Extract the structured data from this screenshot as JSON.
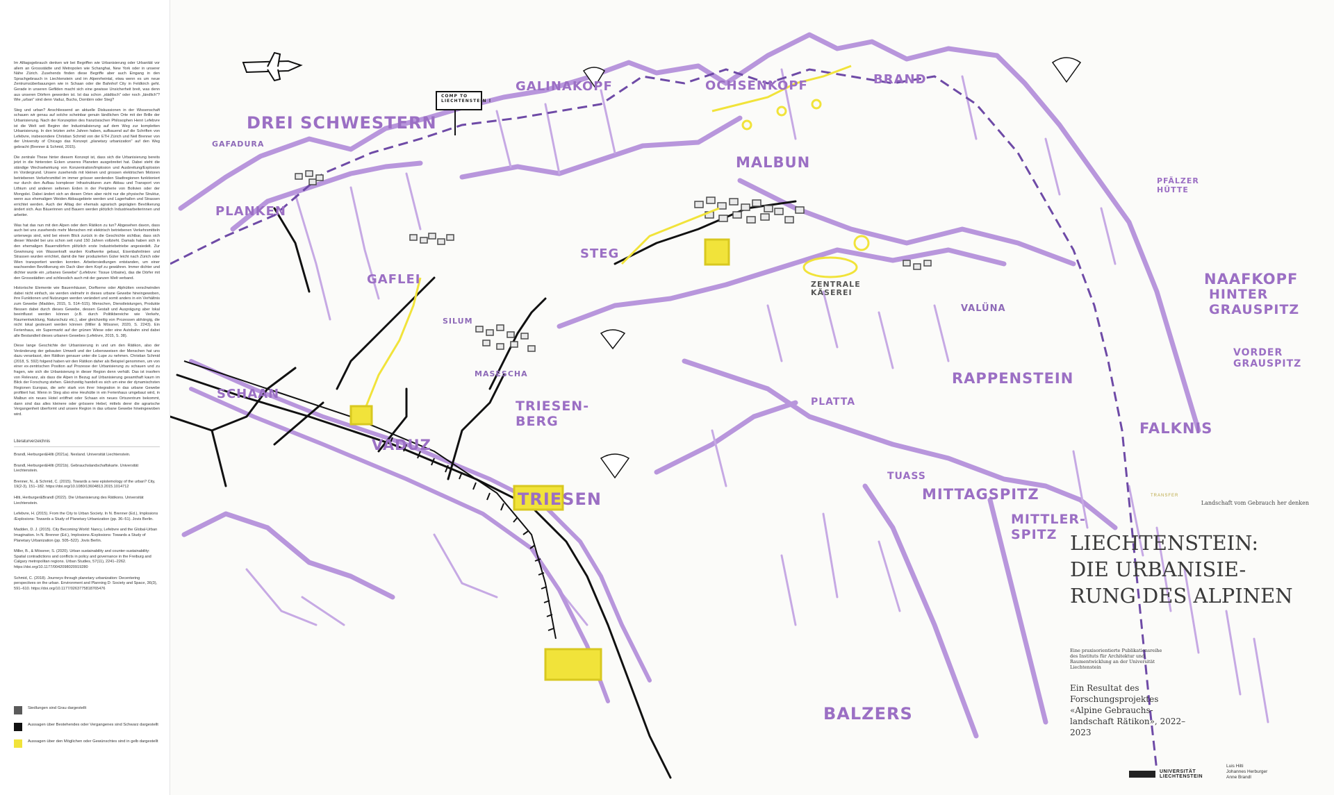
{
  "text_panel": {
    "paragraphs": [
      "Im Alltagsgebrauch denken wir bei Begriffen wie Urbanisierung oder Urbanität vor allem an Grossstädte und Metropolen wie Schanghai, New York oder in unserer Nähe Zürich. Zusehends finden diese Begriffe aber auch Eingang in den Sprachgebrauch in Liechtenstein und im Alpenrheintal, etwa wenn es um neue Zentrumsüberbauungen wie in Schaan oder die Bahnhof City in Feldkirch geht. Gerade in unseren Gefilden macht sich eine gewisse Unsicherheit breit, was denn aus unseren Dörfern geworden ist. Ist das schon „städtisch\" oder noch „ländlich\"? Wie „urban\" sind denn Vaduz, Buchs, Dornbirn oder Steg?",
      "Steg und urban? Anschliessend an aktuelle Diskussionen in der Wissenschaft schauen wir genau auf solche scheinbar genuin ländlichen Orte mit der Brille der Urbanisierung. Nach der Konzeption des französischen Philosophen Henri Lefebvre ist die Welt seit Beginn der Industrialisierung auf dem Weg zur kompletten Urbanisierung. In den letzten zehn Jahren haben, aufbauend auf die Schriften von Lefebvre, insbesondere Christian Schmid von der ETH Zürich und Neil Brenner von der University of Chicago das Konzept „planetary urbanization\" auf den Weg gebracht (Brenner & Schmid, 2015).",
      "Die zentrale These hinter diesem Konzept ist, dass sich die Urbanisierung bereits jetzt in die hintersten Ecken unseres Planeten ausgebreitet hat. Dabei steht die ständige Wechselwirkung von Konzentration/Implosion und Ausbreitung/Explosion im Vordergrund. Unsere zusehends mit kleinen und grossen elektrischen Motoren betriebenen Verkehrsmittel im immer grösser werdenden Stadtregionen funktioniert nur durch den Aufbau komplexer Infrastrukturen zum Abbau und Transport von Lithium und anderen seltenen Erden in der Peripherie von Bolivien oder der Mongolei. Dabei ändert sich an diesen Orten aber nicht nur die physische Struktur, wenn aus ehemaligen Weiden Abbaugebiete werden und Lagerhallen und Strassen errichtet werden. Auch der Alltag der ehemals agrarisch geprägten Bevölkerung ändert sich. Aus Bäuerinnen und Bauern werden plötzlich Industriearbeiterinnen und arbeiter.",
      "Was hat das nun mit den Alpen oder dem Rätikon zu tun? Abgesehen davon, dass auch bei uns zusehends mehr Menschen mit elektrisch betriebenen Verkehrsmitteln unterwegs sind, wird bei einem Blick zurück in die Geschichte sichtbar, dass sich dieser Wandel bei uns schon seit rund 150 Jahren vollzieht. Damals haben sich in den ehemaligen Bauerndörfern plötzlich erste Industriebetriebe angesiedelt. Zur Gewinnung von Wasserkraft wurden Kraftwerke gebaut, Eisenbahnlinien und Strassen wurden errichtet, damit die hier produzierten Güter leicht nach Zürich oder Wien transportiert werden konnten. Arbeitersiedlungen entstanden, um einer wachsenden Bevölkerung ein Dach über dem Kopf zu gewähren. Immer dichter und dichter wurde ein „urbanes Gewebe\" (Lefebvre: Tissue Urbaine), das die Dörfer mit den Grossstädten und schliesslich auch mit der ganzen Welt verband.",
      "Historische Elemente wie Bauernhäuser, Dorfkerne oder Alphütten verschwinden dabei nicht einfach, sie werden vielmehr in dieses urbane Gewebe hineingewoben, ihre Funktionen und Nutzungen werden verändert und somit anders in ein Verhältnis zum Gewebe (Madden, 2015, S. 514–515). Menschen, Dienstleistungen, Produkte fliessen dabei durch dieses Gewebe, dessen Gestalt und Ausprägung aber lokal beeinflusst werden können (z.B. durch Politikbereiche wie Verkehr, Raumentwicklung, Naturschutz etc.), aber gleichzeitig von Prozessen abhängig, die nicht lokal gesteuert werden können (Miller & Mössner, 2020, S. 2243). Ein Ferienhaus, ein Supermarkt auf der grünen Wiese oder eine Autobahn sind dabei alle Bestandteil dieses urbanen Gewebes (Lefebvre, 2015, S. 38).",
      "Diese lange Geschichte der Urbanisierung in und um den Rätikon, also der Veränderung der gebauten Umwelt und der Lebensweisen der Menschen hat uns dazu veranlasst, den Rätikon genauer unter die Lupe zu nehmen. Christian Schmid (2018, S. 592) folgend haben wir den Rätikon daher als Beispiel genommen, um von einer ex-zentrischen Position auf Prozesse der Urbanisierung zu schauen und zu fragen, wie sich die Urbanisierung in dieser Region denn verhält. Das ist insofern von Relevanz, als dass die Alpen in Bezug auf Urbanisierung gesamthaft kaum im Blick der Forschung stehen. Gleichzeitig handelt es sich um eine der dynamischsten Regionen Europas, die sehr stark von ihrer Integration in das urbane Gewebe profitiert hat. Wenn in Steg also eine Heuhütte in ein Ferienhaus umgebaut wird, in Malbun ein neues Hotel eröffnet oder Schaan ein neues Ortszentrum bekommt, dann sind das alles kleinere oder grössere Hebel, mittels derer die agrarische Vergangenheit überformt und unsere Region in das urbane Gewebe hineingewoben wird."
    ],
    "literature_heading": "Literaturverzeichnis",
    "literature": [
      "Brandl, Herburger&Hilti (2021a). Nexland. Universität Liechtenstein.",
      "Brandl, Herburger&Hilti (2021b). Gebrauchslandschaftskarte. Universität Liechtenstein.",
      "Brenner, N., & Schmid, C. (2015). Towards a new epistemology of the urban? City, 19(2-3), 151–182. https://doi.org/10.1080/13604813.2015.1014712",
      "Hilti, Herburger&Brandl (2022). Die Urbanisierung des Rätikons. Universität Liechtenstein.",
      "Lefebvre, H. (2015). From the City to Urban Society. In N. Brenner (Ed.), Implosions /Explosions: Towards a Study of Planetary Urbanization (pp. 36–51). Jovis Berlin.",
      "Madden, D. J. (2015). City Becoming World: Nancy, Lefebvre and the Global-Urban Imagination. In N. Brenner (Ed.), Implosions /Explosions: Towards a Study of Planetary Urbanization (pp. 505–522). Jovis Berlin.",
      "Miller, B., & Mössner, S. (2020). Urban sustainability and counter-sustainability: Spatial contradictions and conflicts in policy and governance in the Freiburg and Calgary metropolitan regions. Urban Studies, 57(11), 2241–2262. https://doi.org/10.1177/0042098020919280",
      "Schmid, C. (2018). Journeys through planetary urbanization: Decentering perspectives on the urban. Environment and Planning D: Society and Space, 36(3), 591–610. https://doi.org/10.1177/0263775818765476"
    ]
  },
  "legend": [
    {
      "color": "#5a5a5a",
      "label": "Siedlungen sind Grau dargestellt"
    },
    {
      "color": "#111111",
      "label": "Aussagen über Bestehendes oder Vergangenes sind Schwarz dargestellt"
    },
    {
      "color": "#f1e33a",
      "label": "Aussagen über den Möglichen oder Gewünschtes sind in gelb dargestellt"
    }
  ],
  "places": {
    "galinakopf": "GALINAKOPF",
    "ochsenkopf": "OCHSENKOPF",
    "brand": "BRAND",
    "drei_schwestern": "DREI SCHWESTERN",
    "gafadura": "GAFADURA",
    "planken": "PLANKEN",
    "malbun": "MALBUN",
    "pfaelzer_huette": "PFÄLZER\nHÜTTE",
    "naafkopf": "NAAFKOPF",
    "steg": "STEG",
    "gaflei": "GAFLEI",
    "silum": "SILUM",
    "masescha": "MASESCHA",
    "hinter_grauspitz": "HINTER\nGRAUSPITZ",
    "vorder_grauspitz": "VORDER\nGRAUSPITZ",
    "valuena": "VALÜNA",
    "zentrale_kaeserei": "ZENTRALE\nKÄSEREI",
    "rappenstein": "RAPPENSTEIN",
    "triesenberg": "TRIESEN-\nBERG",
    "schaan": "SCHAAN",
    "vaduz": "VADUZ",
    "platta": "PLATTA",
    "falknis": "FALKNIS",
    "tuass": "TUASS",
    "mittagspitz": "MITTAGSPITZ",
    "triesen": "TRIESEN",
    "mittlerspitz": "MITTLER-\nSPITZ",
    "balzers": "BALZERS",
    "sign": "COMP TO\nLIECHTENSTEIN !"
  },
  "title": {
    "kicker": "Landschaft vom Gebrauch her denken",
    "transfer": "TRANSFER",
    "main": "LIECHTENSTEIN:\nDIE URBANISIE-\nRUNG DES ALPINEN",
    "series": "Eine praxisorientierte Publikationsreihe des Instituts für Architektur und Raumentwicklung an der Universität Liechtenstein",
    "result": "Ein Resultat des Forschungsprojektes «Alpine Gebrauchs-landschaft Rätikon», 2022–2023"
  },
  "university": "UNIVERSITÄT\nLIECHTENSTEIN",
  "authors": [
    "Luis Hilti",
    "Johannes Herburger",
    "Anne Brandl"
  ],
  "colors": {
    "mountain": "#b896dc",
    "label": "#9b6fc4",
    "future": "#f1e33a",
    "settlement": "#5a5a5a",
    "line": "#111111"
  }
}
